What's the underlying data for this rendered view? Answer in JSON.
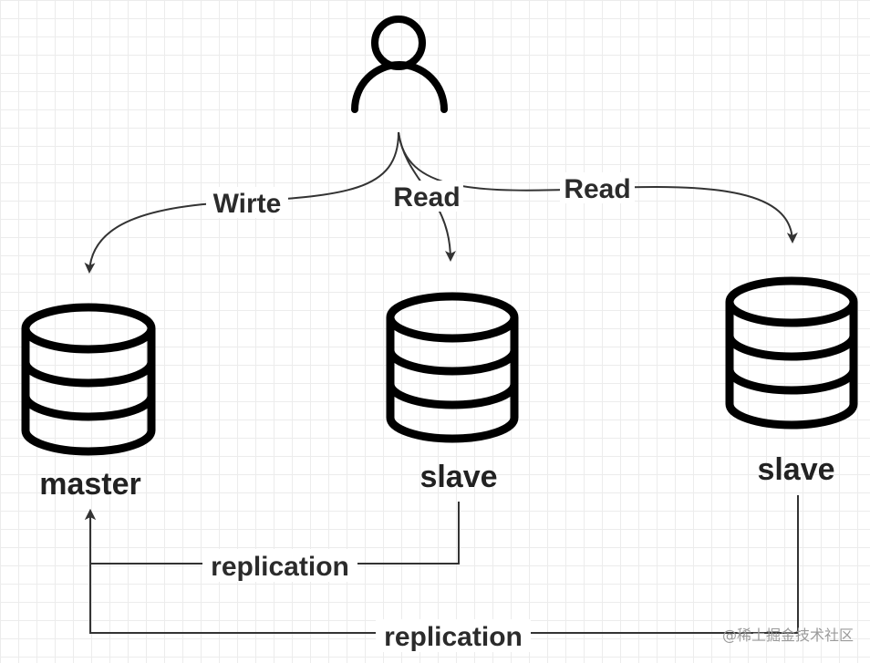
{
  "diagram": {
    "nodes": {
      "user": {
        "icon": "user-icon"
      },
      "master": {
        "label": "master",
        "icon": "database-icon"
      },
      "slave_1": {
        "label": "slave",
        "icon": "database-icon"
      },
      "slave_2": {
        "label": "slave",
        "icon": "database-icon"
      }
    },
    "edges": {
      "write": {
        "label": "Wirte",
        "from": "user",
        "to": "master"
      },
      "read_1": {
        "label": "Read",
        "from": "user",
        "to": "slave_1"
      },
      "read_2": {
        "label": "Read",
        "from": "user",
        "to": "slave_2"
      },
      "replication_1": {
        "label": "replication",
        "from": "slave_1",
        "to": "master"
      },
      "replication_2": {
        "label": "replication",
        "from": "slave_2",
        "to": "master"
      }
    }
  },
  "watermark": "@稀土掘金技术社区",
  "colors": {
    "icon": "#000000",
    "line": "#333333",
    "text": "#222222"
  }
}
